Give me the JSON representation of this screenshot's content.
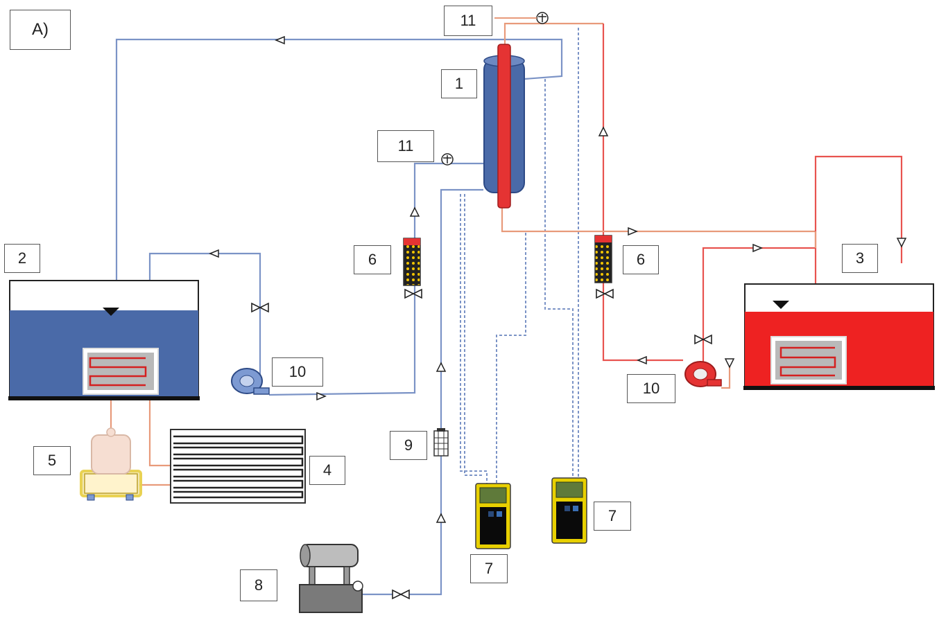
{
  "panel_label": "A)",
  "labels": {
    "column": "1",
    "cold_tank": "2",
    "hot_tank": "3",
    "heat_exchanger": "4",
    "compressor": "5",
    "rotameter_cold": "6",
    "rotameter_hot": "6",
    "meter_left": "7",
    "meter_right": "7",
    "vacuum_pump": "8",
    "flow_meter": "9",
    "pump_cold": "10",
    "pump_hot": "10",
    "gauge_top": "11",
    "gauge_mid": "11"
  },
  "colors": {
    "cold_line": "#7b93c6",
    "hot_line": "#e8534f",
    "hot_return": "#e89a7a",
    "cold_fluid": "#4a6aa8",
    "hot_fluid": "#ee2222",
    "membrane": "#e53333",
    "meter_body": "#e8d000",
    "meter_screen": "#5f7a3a"
  }
}
